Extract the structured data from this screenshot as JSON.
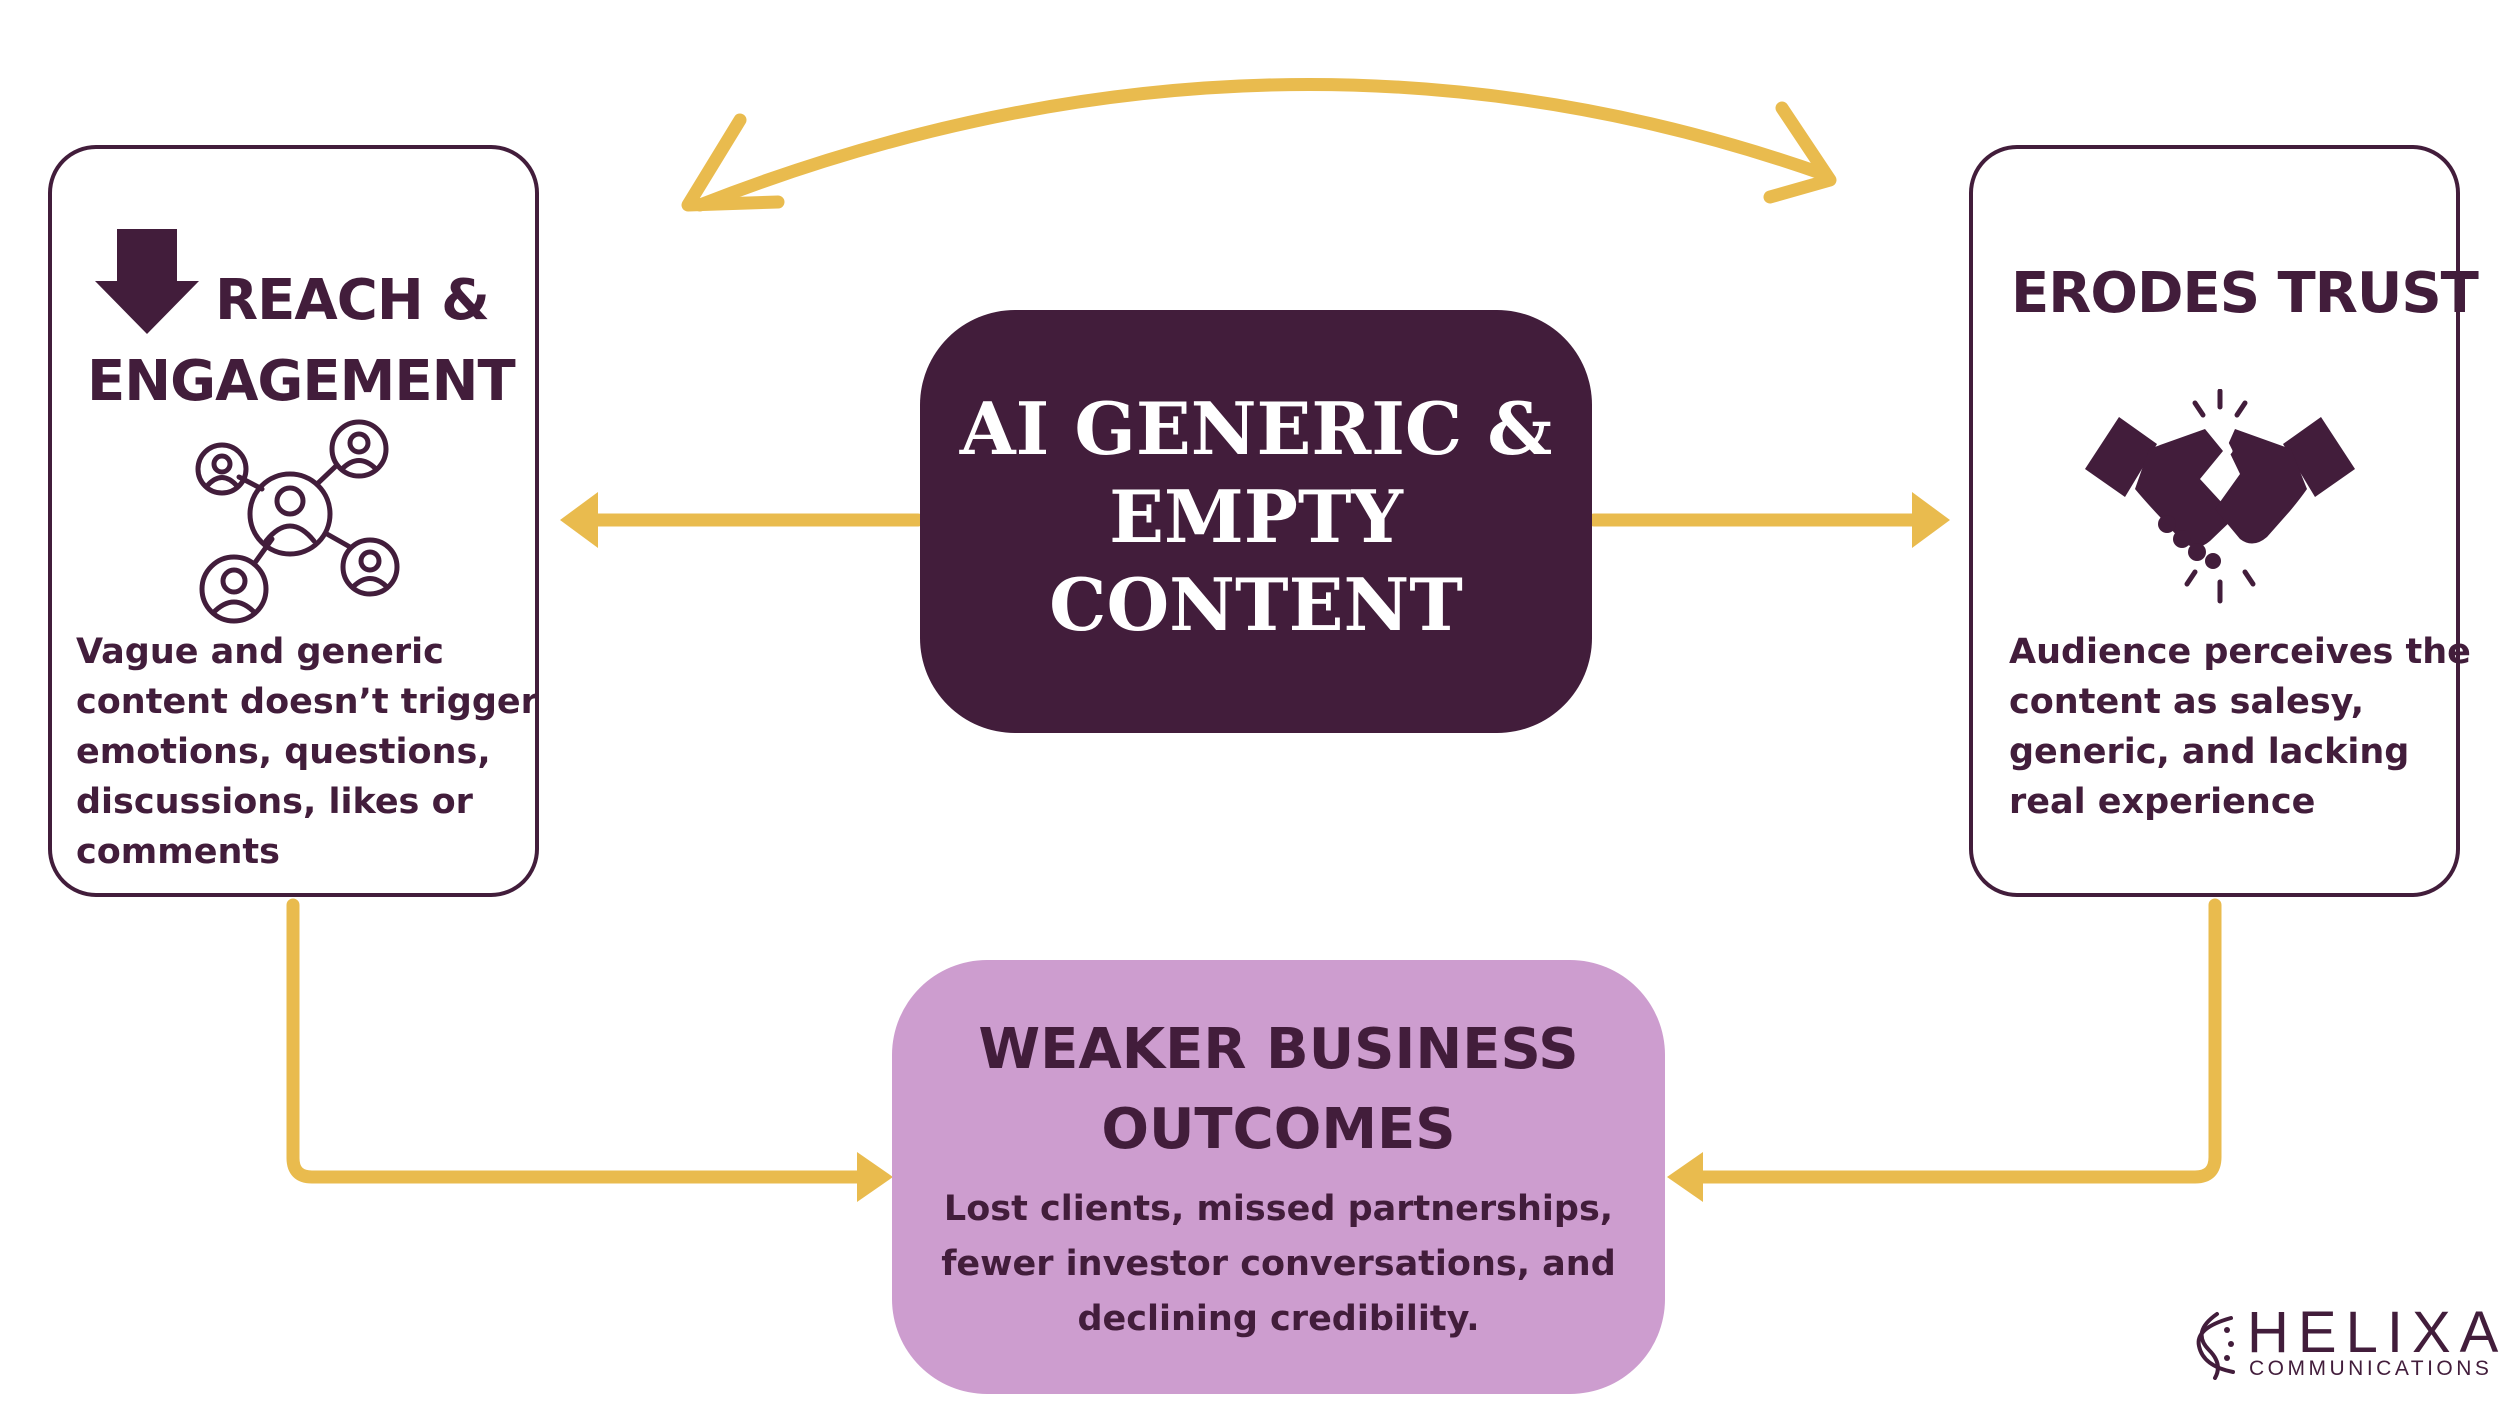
{
  "colors": {
    "plum": "#421d3b",
    "mustard": "#e9bb4e",
    "lilac": "#cd9dcf",
    "white": "#ffffff"
  },
  "left": {
    "title_line1": "REACH &",
    "title_line2": "ENGAGEMENT",
    "title_icon": "down-arrow-icon",
    "icon": "people-network-icon",
    "desc_lines": [
      "Vague and generic",
      "content doesn’t trigger",
      "emotions, questions,",
      "discussions, likes or",
      "comments"
    ]
  },
  "right": {
    "title": "ERODES TRUST",
    "icon": "broken-handshake-icon",
    "desc_lines": [
      "Audience perceives the",
      "content as salesy,",
      "generic, and lacking",
      "real experience"
    ]
  },
  "center": {
    "title_lines": [
      "AI GENERIC &",
      "EMPTY",
      "CONTENT"
    ]
  },
  "bottom": {
    "title_lines": [
      "WEAKER BUSINESS",
      "OUTCOMES"
    ],
    "desc_lines": [
      "Lost clients, missed partnerships,",
      "fewer investor conversations, and",
      "declining credibility."
    ]
  },
  "logo": {
    "name": "HELIXA",
    "tagline": "COMMUNICATIONS",
    "icon": "helix-icon"
  }
}
